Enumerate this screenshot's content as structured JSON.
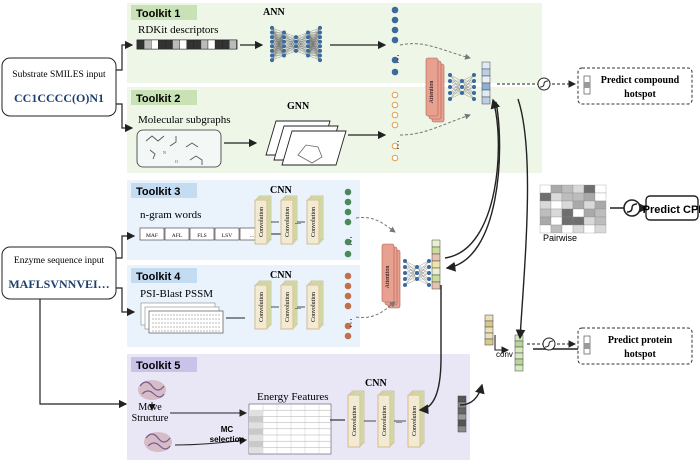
{
  "toolkits": [
    {
      "label": "Toolkit 1",
      "text": "RDKit descriptors",
      "net": "ANN"
    },
    {
      "label": "Toolkit 2",
      "text": "Molecular subgraphs",
      "net": "GNN"
    },
    {
      "label": "Toolkit 3",
      "text": "n-gram words",
      "net": "CNN",
      "words": [
        "MAF",
        "AFL",
        "FLS",
        "LSV",
        "..."
      ]
    },
    {
      "label": "Toolkit 4",
      "text": "PSI-Blast PSSM",
      "net": "CNN"
    },
    {
      "label": "Toolkit 5",
      "net": "CNN"
    }
  ],
  "inputs": {
    "substrate_label": "Substrate SMILES input",
    "substrate_value": "CC1CCCC(O)N1",
    "enzyme_label": "Enzyme sequence input",
    "enzyme_value": "MAFLSVNNVEI…"
  },
  "toolkit5": {
    "move_structure": [
      "Move",
      "Structure"
    ],
    "mc_selection": [
      "MC",
      "selection"
    ],
    "energy_features": "Energy Features"
  },
  "blocks": {
    "convolution": "Convolution",
    "attention": "Attention",
    "ellipsis": "...",
    "dots": "⋮"
  },
  "outputs": {
    "compound_hotspot": [
      "Predict compound",
      "hotspot"
    ],
    "cpi": "Predict CPI",
    "protein_hotspot": [
      "Predict protein",
      "hotspot"
    ],
    "pairwise": "Pairwise",
    "conv": "conv"
  },
  "colors": {
    "tk1_bg": "#eef6e8",
    "tk1_tab": "#c8e2b6",
    "tk2_bg": "#eef6e8",
    "tk2_tab": "#c8e2b6",
    "tk3_bg": "#eaf2fb",
    "tk3_tab": "#c4dcf2",
    "tk4_bg": "#eaf2fb",
    "tk4_tab": "#c4dcf2",
    "tk5_bg": "#e9e6f6",
    "tk5_tab": "#c9c3ea",
    "conv_fill": "#f3ead3",
    "conv_stroke": "#c9a86a",
    "conv_green": "#d5e9bf",
    "attention": "#e8a090",
    "node_blue": "#3c6a9c",
    "node_green": "#4f8c4f",
    "node_orange": "#e1a04d",
    "text_blue": "#1e3f6e"
  }
}
